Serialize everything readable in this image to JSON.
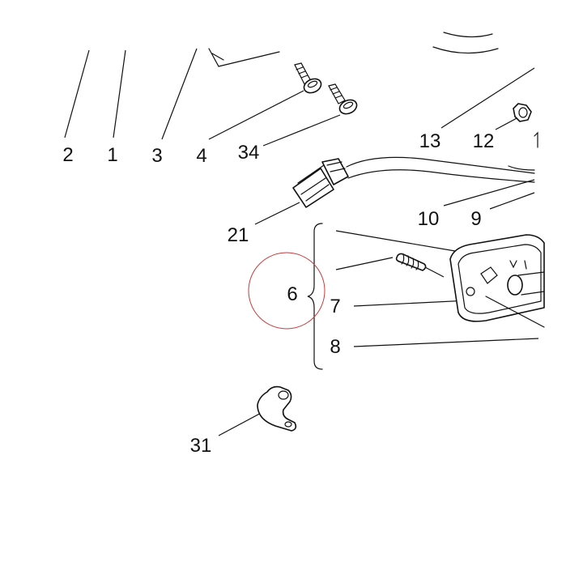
{
  "labels": {
    "l2": "2",
    "l1": "1",
    "l3": "3",
    "l4": "4",
    "l34": "34",
    "l13": "13",
    "l12": "12",
    "l21": "21",
    "l10": "10",
    "l9": "9",
    "l6": "6",
    "l7": "7",
    "l8": "8",
    "l31": "31"
  },
  "colors": {
    "ink": "#111111",
    "highlight_circle": "#c83c3c"
  },
  "icons": {
    "screw_4": "bolt-icon",
    "screw_34": "bolt-icon",
    "nut_12": "nut-icon",
    "connector_21": "connector-icon",
    "lamp_housing": "lamp-housing-icon",
    "spring_screw": "self-tapping-screw-icon",
    "clip_31": "cable-clip-icon"
  }
}
